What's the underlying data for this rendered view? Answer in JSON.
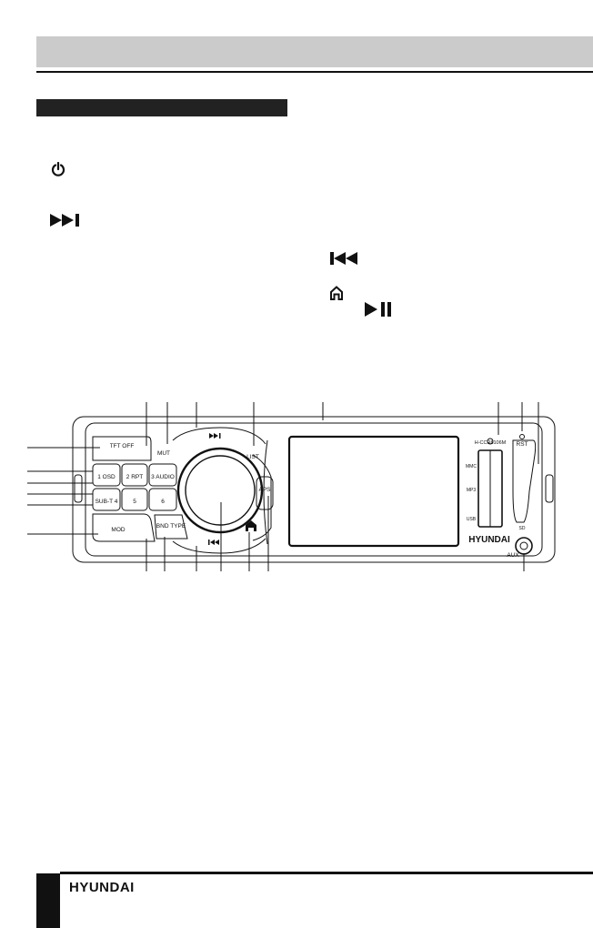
{
  "front_panel": {
    "brand": "HYUNDAI",
    "model": "H-CCR8106M",
    "buttons": {
      "tft_off": "TFT\nOFF",
      "mut": "MUT",
      "list": "LIST",
      "osd": "1\nOSD",
      "rpt": "2\nRPT",
      "audio": "3\nAUDIO",
      "sub_t": "SUB-T\n4",
      "b5": "5",
      "b6": "6",
      "mod": "MOD",
      "band_type": "BND\nTYPE",
      "aps": "APS"
    },
    "slot_labels": {
      "sd": "SD",
      "aux": "AUX",
      "rst": "RST",
      "mmc": "MMC",
      "mp3": "MP3",
      "usb": "USB"
    }
  },
  "footer": {
    "brand": "HYUNDAI"
  },
  "icons": {
    "power": "power-icon",
    "next_track": "next-track-icon",
    "prev_track": "prev-track-icon",
    "home": "home-icon",
    "play_pause": "play-pause-icon"
  }
}
